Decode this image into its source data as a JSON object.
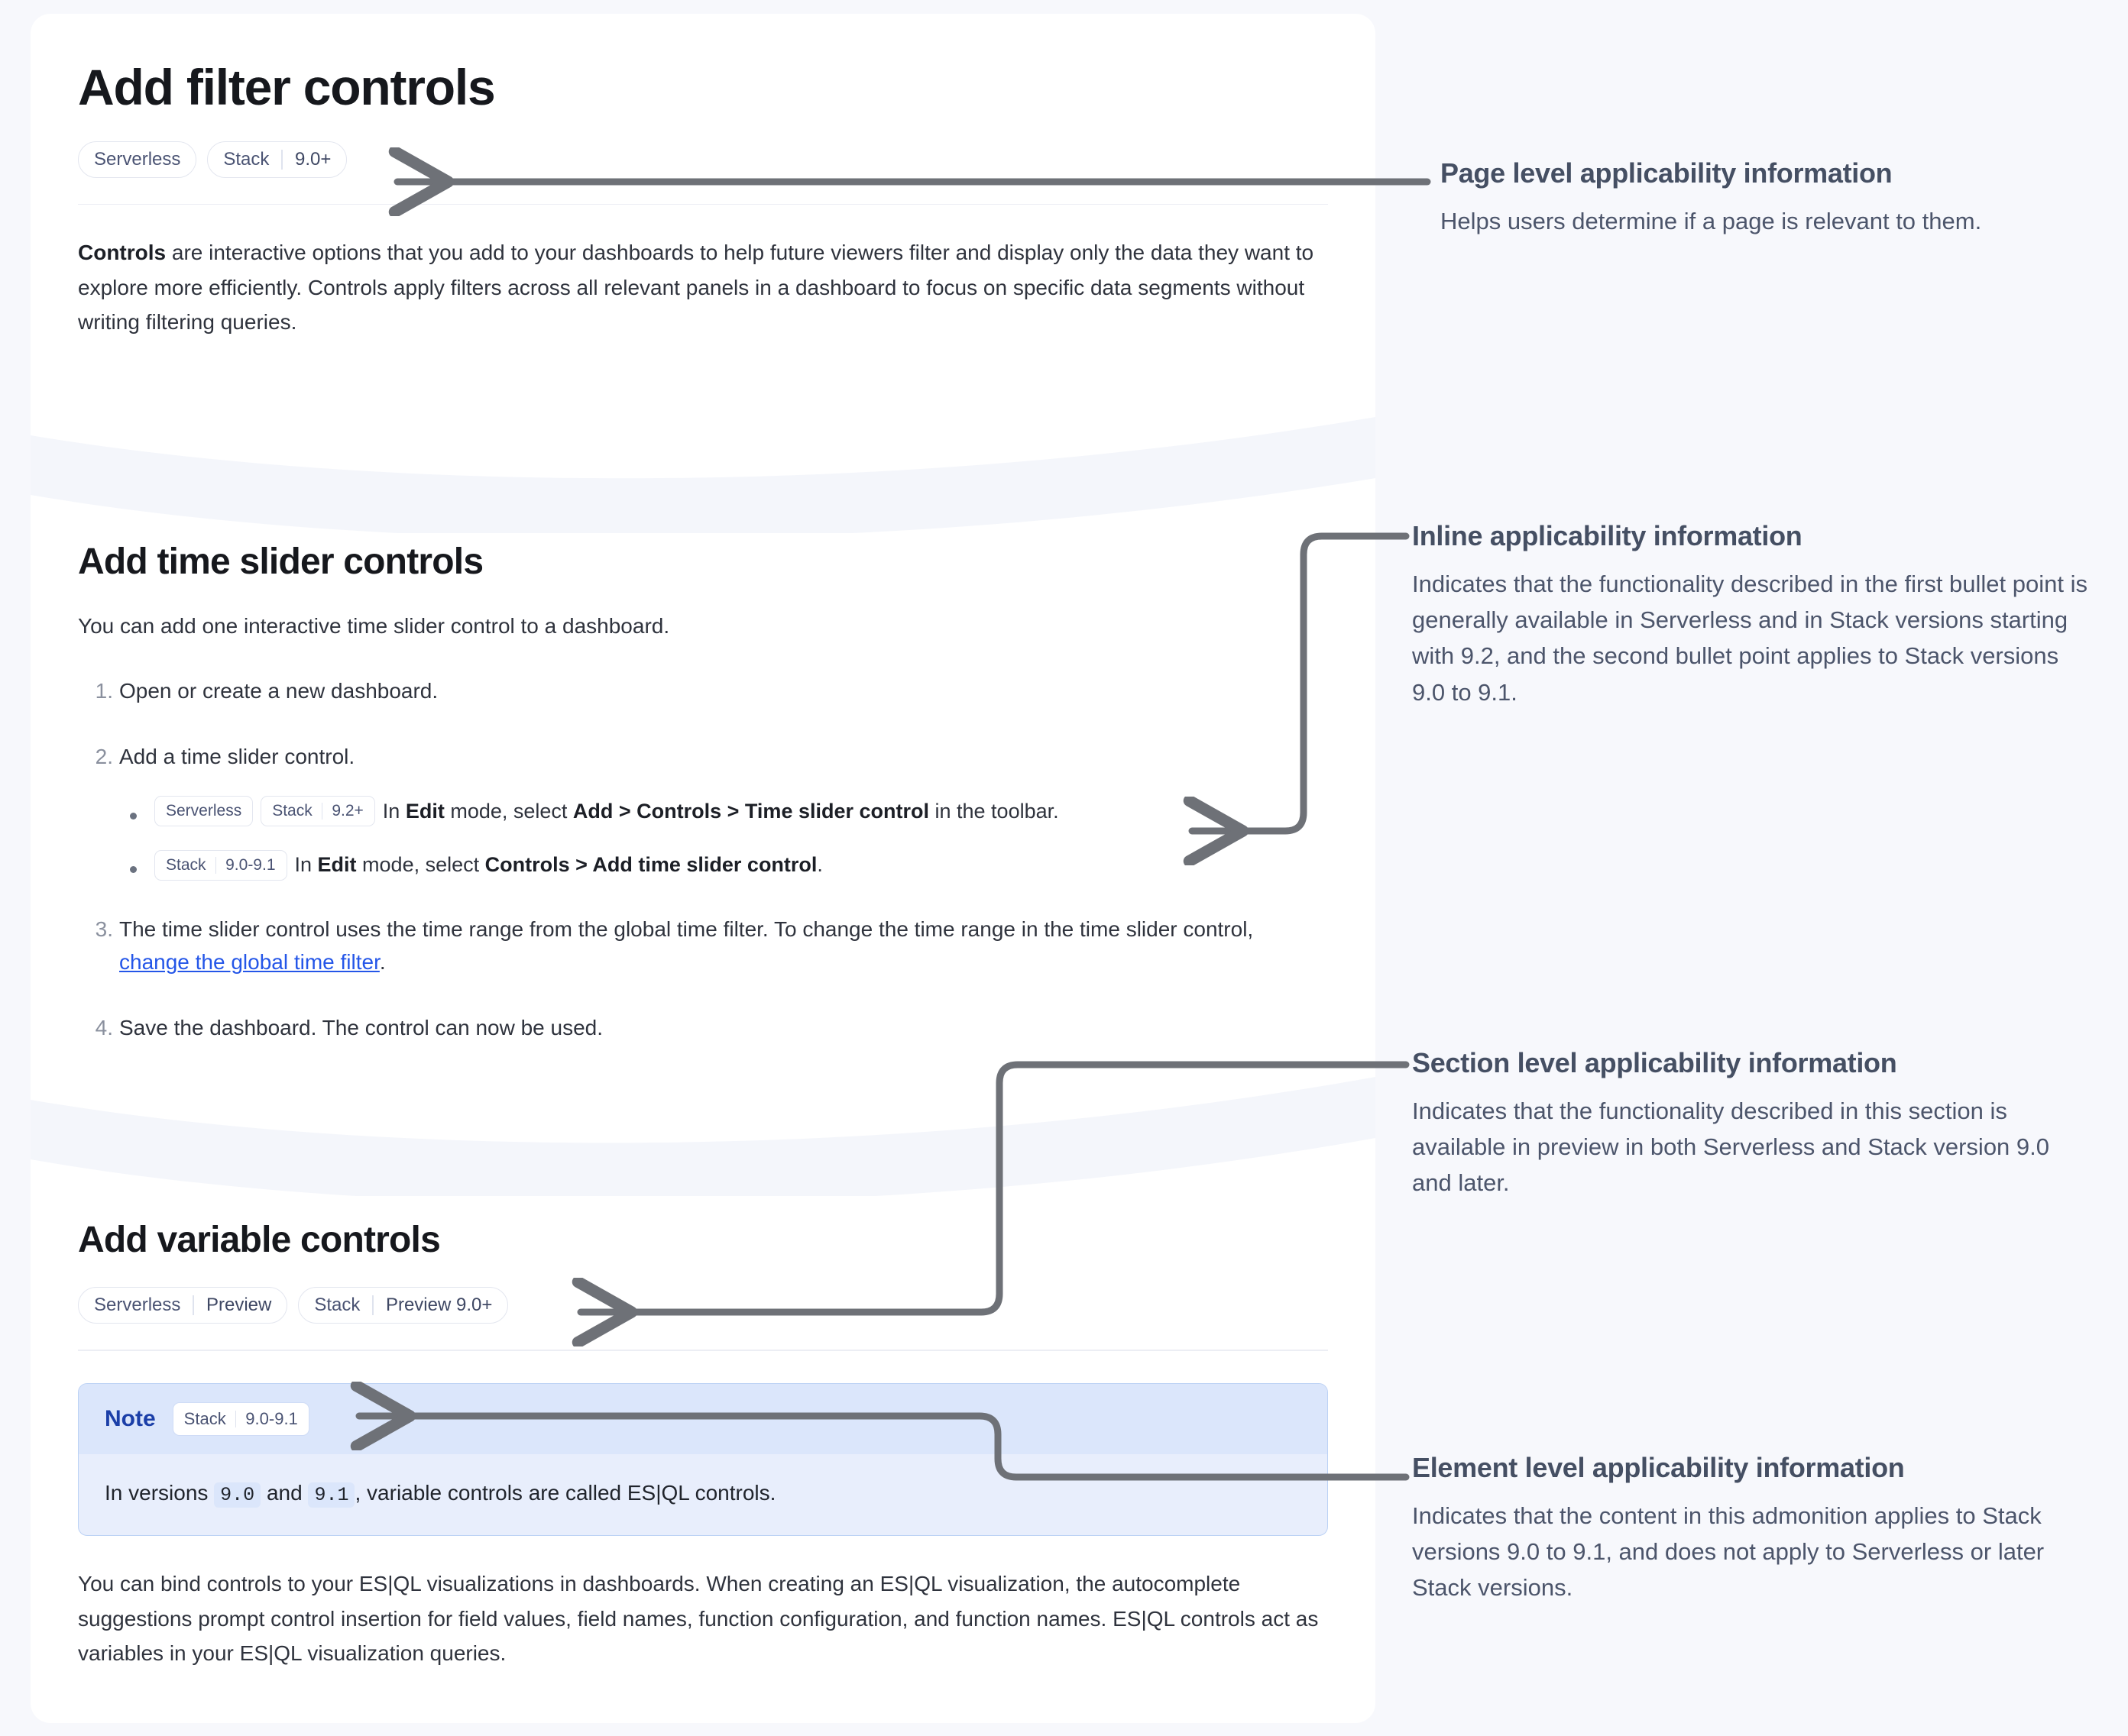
{
  "document": {
    "page_title": "Add filter controls",
    "page_badges": [
      {
        "name": "Serverless",
        "value": ""
      },
      {
        "name": "Stack",
        "value": "9.0+"
      }
    ],
    "intro_paragraph": {
      "lead": "Controls",
      "rest": " are interactive options that you add to your dashboards to help future viewers filter and display only the data they want to explore more efficiently. Controls apply filters across all relevant panels in a dashboard to focus on specific data segments without writing filtering queries."
    },
    "section_time_slider": {
      "heading": "Add time slider controls",
      "intro": "You can add one interactive time slider control to a dashboard.",
      "steps": [
        {
          "text": "Open or create a new dashboard."
        },
        {
          "text": "Add a time slider control."
        },
        {
          "text": "The time slider control uses the time range from the global time filter. To change the time range in the time slider control, ",
          "link": "change the global time filter",
          "after": "."
        },
        {
          "text": "Save the dashboard. The control can now be used."
        }
      ],
      "sub_bullets": [
        {
          "badges": [
            {
              "name": "Serverless",
              "value": ""
            },
            {
              "name": "Stack",
              "value": "9.2+"
            }
          ],
          "parts": [
            {
              "t": "In ",
              "b": false
            },
            {
              "t": "Edit",
              "b": true
            },
            {
              "t": " mode, select ",
              "b": false
            },
            {
              "t": "Add > Controls > Time slider control",
              "b": true
            },
            {
              "t": " in the toolbar.",
              "b": false
            }
          ]
        },
        {
          "badges": [
            {
              "name": "Stack",
              "value": "9.0-9.1"
            }
          ],
          "parts": [
            {
              "t": "In ",
              "b": false
            },
            {
              "t": "Edit",
              "b": true
            },
            {
              "t": " mode, select ",
              "b": false
            },
            {
              "t": "Controls > Add time slider control",
              "b": true
            },
            {
              "t": ".",
              "b": false
            }
          ]
        }
      ]
    },
    "section_variable": {
      "heading": "Add variable controls",
      "badges": [
        {
          "name": "Serverless",
          "value": "Preview"
        },
        {
          "name": "Stack",
          "value": "Preview 9.0+"
        }
      ],
      "note": {
        "label": "Note",
        "badge": {
          "name": "Stack",
          "value": "9.0-9.1"
        },
        "body_parts": [
          {
            "t": "In versions ",
            "code": false
          },
          {
            "t": "9.0",
            "code": true
          },
          {
            "t": " and ",
            "code": false
          },
          {
            "t": "9.1",
            "code": true
          },
          {
            "t": ", variable controls are called ES|QL controls.",
            "code": false
          }
        ]
      },
      "closing_paragraph": "You can bind controls to your ES|QL visualizations in dashboards. When creating an ES|QL visualization, the autocomplete suggestions prompt control insertion for field values, field names, function configuration, and function names. ES|QL controls act as variables in your ES|QL visualization queries."
    }
  },
  "annotations": [
    {
      "title": "Page level applicability information",
      "body": "Helps users determine if a page is relevant to them."
    },
    {
      "title": "Inline applicability information",
      "body": "Indicates that the functionality described in the first bullet point is generally available in Serverless and in Stack versions starting with 9.2, and the second bullet point applies to Stack versions 9.0 to 9.1."
    },
    {
      "title": "Section level applicability information",
      "body": "Indicates that the functionality described in this section is available in preview in both Serverless and Stack version 9.0 and later."
    },
    {
      "title": "Element level applicability information",
      "body": "Indicates that the content in this admonition applies to Stack versions 9.0 to 9.1, and does not apply to Serverless or later Stack versions."
    }
  ],
  "colors": {
    "page_background": "#f7f8fc",
    "card_background": "#ffffff",
    "connector": "#6e7177",
    "link": "#2456e8",
    "note_border": "#bcd2f5",
    "note_header_bg": "#dbe6fb",
    "note_body_bg": "#e8eefc",
    "annotation_title": "#454f63"
  }
}
